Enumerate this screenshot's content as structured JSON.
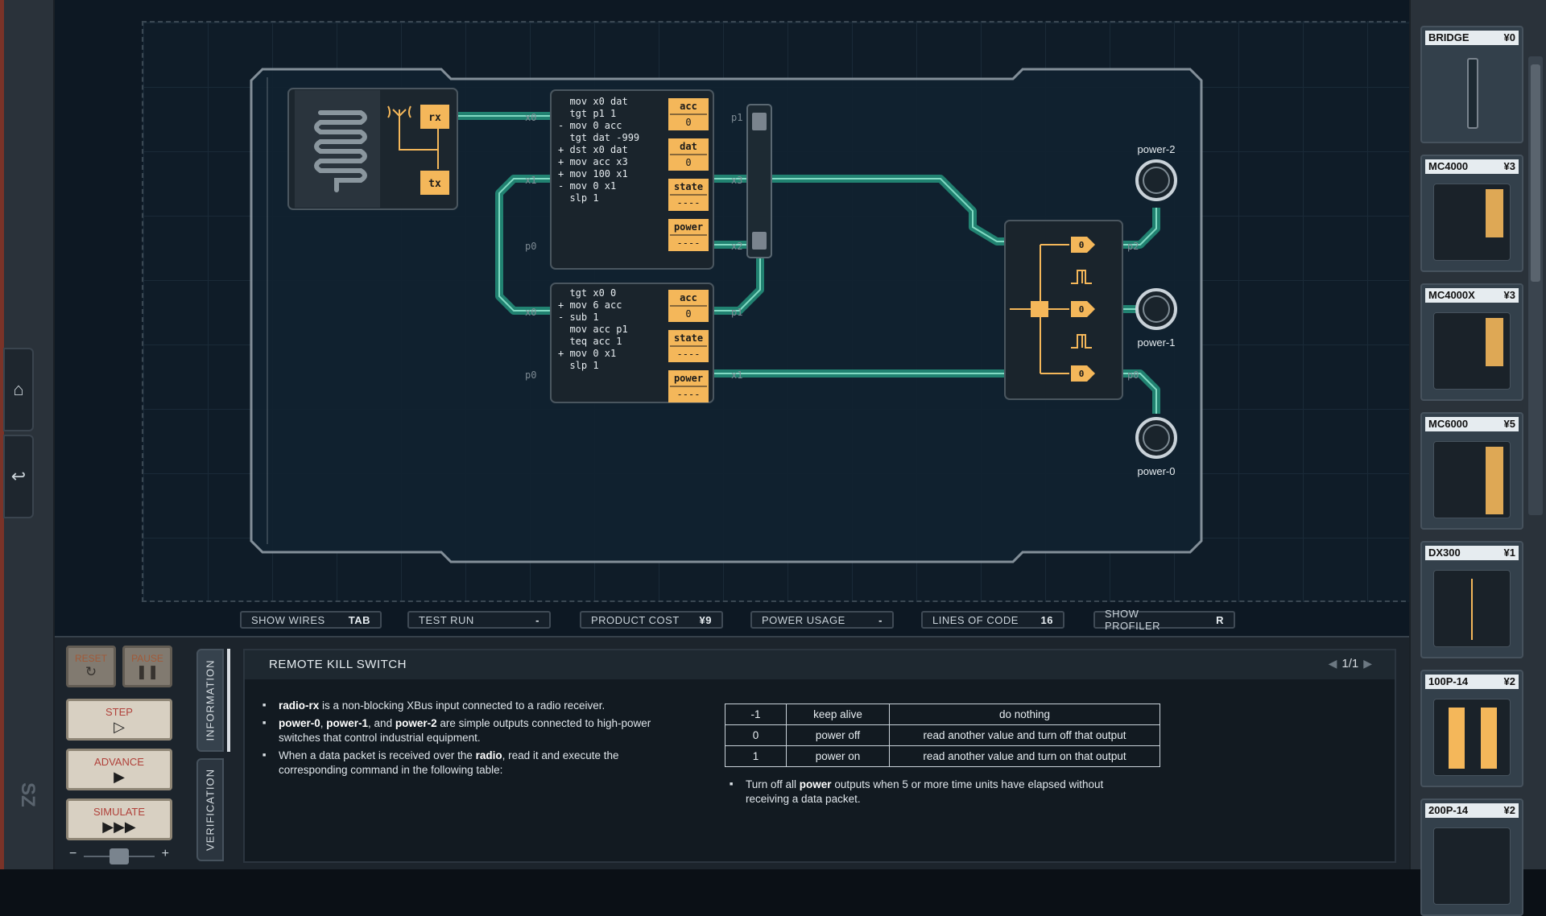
{
  "side": {
    "home_icon": "home-icon",
    "back_icon": "undo-icon",
    "logo_text": "SZ"
  },
  "board": {
    "modules": {
      "radio": {
        "rx": "rx",
        "tx": "tx"
      },
      "mc_a": {
        "code": [
          "  mov x0 dat",
          "  tgt p1 1",
          "- mov 0 acc",
          "  tgt dat -999",
          "+ dst x0 dat",
          "+ mov acc x3",
          "+ mov 100 x1",
          "- mov 0 x1",
          "  slp 1"
        ],
        "regs": [
          {
            "label": "acc",
            "value": "0"
          },
          {
            "label": "dat",
            "value": "0"
          },
          {
            "label": "state",
            "value": "----"
          },
          {
            "label": "power",
            "value": "----"
          }
        ],
        "ports_left": [
          "x0",
          "x1",
          "p0"
        ],
        "ports_right": [
          "p1",
          "x3",
          "x2"
        ]
      },
      "mc_b": {
        "code": [
          "  tgt x0 0",
          "+ mov 6 acc",
          "- sub 1",
          "  mov acc p1",
          "  teq acc 1",
          "+ mov 0 x1",
          "  slp 1"
        ],
        "regs": [
          {
            "label": "acc",
            "value": "0"
          },
          {
            "label": "state",
            "value": "----"
          },
          {
            "label": "power",
            "value": "----"
          }
        ],
        "ports_left": [
          "x0",
          "p0"
        ],
        "ports_right": [
          "p1",
          "x1"
        ]
      },
      "dx300": {
        "outs": [
          "0",
          "0",
          "0"
        ],
        "ports": [
          "p2",
          "p0"
        ]
      },
      "outputs": [
        "power-2",
        "power-1",
        "power-0"
      ]
    }
  },
  "status": {
    "show_wires": {
      "label": "SHOW WIRES",
      "value": "TAB"
    },
    "test_run": {
      "label": "TEST RUN",
      "value": "-"
    },
    "product_cost": {
      "label": "PRODUCT COST",
      "value": "¥9"
    },
    "power_usage": {
      "label": "POWER USAGE",
      "value": "-"
    },
    "lines_of_code": {
      "label": "LINES OF CODE",
      "value": "16"
    },
    "show_profiler": {
      "label": "SHOW PROFILER",
      "value": "R"
    }
  },
  "controls": {
    "reset": "RESET",
    "pause": "PAUSE",
    "step": "STEP",
    "advance": "ADVANCE",
    "simulate": "SIMULATE",
    "step_sym": "▷",
    "advance_sym": "▶",
    "simulate_sym": "▶▶▶",
    "reset_sym": "↻",
    "pause_sym": "❚❚",
    "speed_minus": "−",
    "speed_plus": "+"
  },
  "tabs": {
    "information": "INFORMATION",
    "verification": "VERIFICATION"
  },
  "info": {
    "title": "REMOTE KILL SWITCH",
    "page": "1/1",
    "bullets": [
      {
        "bold": "radio-rx",
        "text": " is a non-blocking XBus input connected to a radio receiver."
      },
      {
        "bold": "power-0",
        "mid1": ", ",
        "bold2": "power-1",
        "mid2": ", and ",
        "bold3": "power-2",
        "text": " are simple outputs connected to high-power switches that control industrial equipment."
      },
      {
        "pre": "When a data packet is received over the ",
        "bold": "radio",
        "text": ", read it and execute the corresponding command in the following table:"
      }
    ],
    "table": [
      [
        "-1",
        "keep alive",
        "do nothing"
      ],
      [
        "0",
        "power off",
        "read another value and turn off that output"
      ],
      [
        "1",
        "power on",
        "read another value and turn on that output"
      ]
    ],
    "note": {
      "pre": "Turn off all ",
      "bold": "power",
      "text": " outputs when 5 or more time units have elapsed without receiving a data packet."
    }
  },
  "parts": [
    {
      "name": "BRIDGE",
      "cost": "¥0"
    },
    {
      "name": "MC4000",
      "cost": "¥3"
    },
    {
      "name": "MC4000X",
      "cost": "¥3"
    },
    {
      "name": "MC6000",
      "cost": "¥5"
    },
    {
      "name": "DX300",
      "cost": "¥1"
    },
    {
      "name": "100P-14",
      "cost": "¥2"
    },
    {
      "name": "200P-14",
      "cost": "¥2"
    }
  ],
  "colors": {
    "accent": "#f4b75a",
    "wire": "#2fd3a8",
    "board": "#0f1c28"
  }
}
